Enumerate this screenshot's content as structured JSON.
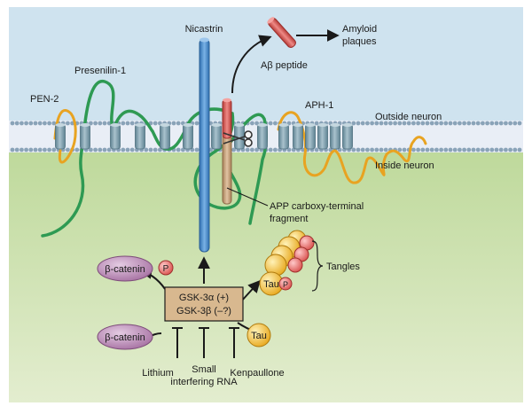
{
  "labels": {
    "nicastrin": "Nicastrin",
    "amyloid_line1": "Amyloid",
    "amyloid_line2": "plaques",
    "abeta": "Aβ peptide",
    "presenilin": "Presenilin-1",
    "pen2": "PEN-2",
    "aph1": "APH-1",
    "outside": "Outside neuron",
    "inside": "Inside neuron",
    "app_line1": "APP carboxy-terminal",
    "app_line2": "fragment",
    "tangles": "Tangles",
    "tau_top": "Tau",
    "tau_bottom": "Tau",
    "phospho_1": "P",
    "phospho_2": "P",
    "catenin_top": "β-catenin",
    "catenin_bottom": "β-catenin",
    "gsk_line1": "GSK-3α (+)",
    "gsk_line2": "GSK-3β (–?)",
    "lithium": "Lithium",
    "sirna_line1": "Small",
    "sirna_line2": "interfering RNA",
    "kenpaullone": "Kenpaullone"
  },
  "colors": {
    "sky": "#cfe3ef",
    "cytoplasm_top": "#c2dca0",
    "cytoplasm_bottom": "#dde9c4",
    "membrane_cylinder": "#7e9fae",
    "presenilin": "#2e9a53",
    "pen2_aph1": "#e8a321",
    "nicastrin": "#4f8fcf",
    "abeta": "#d9534f",
    "app_fragment": "#c8a27a",
    "gsk_box": "#d9b990",
    "catenin": "#b887b3",
    "tau": "#f2c14b",
    "phospho": "#e06a6a"
  }
}
